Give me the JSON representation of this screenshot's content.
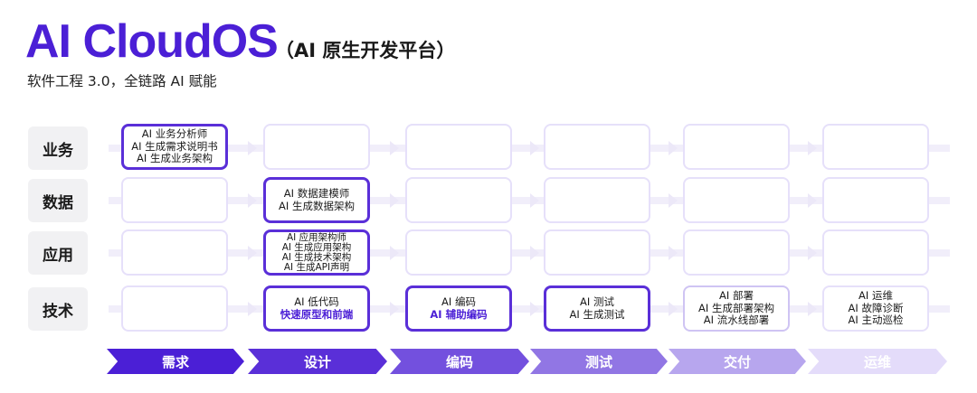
{
  "header": {
    "title": "AI CloudOS",
    "subtitle": "（AI 原生开发平台）",
    "tagline": "软件工程 3.0，全链路 AI 赋能"
  },
  "rows": [
    "业务",
    "数据",
    "应用",
    "技术"
  ],
  "phases": [
    "需求",
    "设计",
    "编码",
    "测试",
    "交付",
    "运维"
  ],
  "cells": {
    "business_requirement": [
      "AI 业务分析师",
      "AI 生成需求说明书",
      "AI 生成业务架构"
    ],
    "data_design": [
      "AI 数据建模师",
      "AI 生成数据架构"
    ],
    "application_design": [
      "AI 应用架构师",
      "AI 生成应用架构",
      "AI 生成技术架构",
      "AI 生成API声明"
    ],
    "tech_design": [
      "AI 低代码",
      "快速原型和前端"
    ],
    "tech_coding": [
      "AI 编码",
      "AI 辅助编码"
    ],
    "tech_testing": [
      "AI 测试",
      "AI 生成测试"
    ],
    "tech_delivery": [
      "AI 部署",
      "AI 生成部署架构",
      "AI 流水线部署"
    ],
    "tech_operations": [
      "AI 运维",
      "AI 故障诊断",
      "AI 主动巡检"
    ]
  },
  "colors": {
    "title": "#4b1fd6",
    "active_border": "#5a2fd8",
    "phase_arrows": [
      "#4b1fd6",
      "#5a2fd8",
      "#7350de",
      "#9176e4",
      "#b7a6ee",
      "#e4dcfa"
    ]
  }
}
